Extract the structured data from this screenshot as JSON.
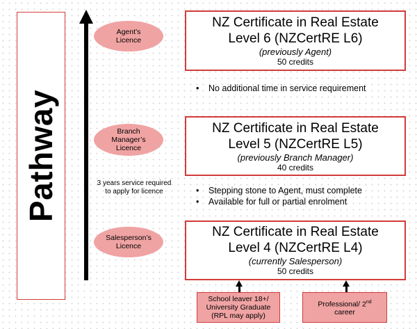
{
  "pathway": {
    "label": "Pathway"
  },
  "licences": [
    {
      "label": "Agent’s Licence"
    },
    {
      "label": "Branch Manager’s Licence"
    },
    {
      "label": "Salesperson’s Licence"
    }
  ],
  "certificates": [
    {
      "line1": "NZ Certificate in Real Estate",
      "line2": "Level 6 (NZCertRE L6)",
      "subtitle": "(previously Agent)",
      "credits": "50 credits"
    },
    {
      "line1": "NZ Certificate in Real Estate",
      "line2": "Level 5 (NZCertRE L5)",
      "subtitle": "(previously Branch Manager)",
      "credits": "40 credits"
    },
    {
      "line1": "NZ Certificate in Real Estate",
      "line2": "Level 4 (NZCertRE L4)",
      "subtitle": "(currently Salesperson)",
      "credits": "50 credits"
    }
  ],
  "notes": {
    "level6": [
      "No additional time in service requirement"
    ],
    "level5": [
      "Stepping stone to Agent, must complete",
      "Available for full or partial enrolment"
    ],
    "service": "3 years service required to apply for licence"
  },
  "entry_points": {
    "school_leaver": {
      "line1": "School leaver 18+/",
      "line2": "University Graduate",
      "line3": "(RPL may apply)"
    },
    "professional": {
      "text": "Professional/ 2",
      "sup": "nd",
      "line2": "career"
    }
  }
}
